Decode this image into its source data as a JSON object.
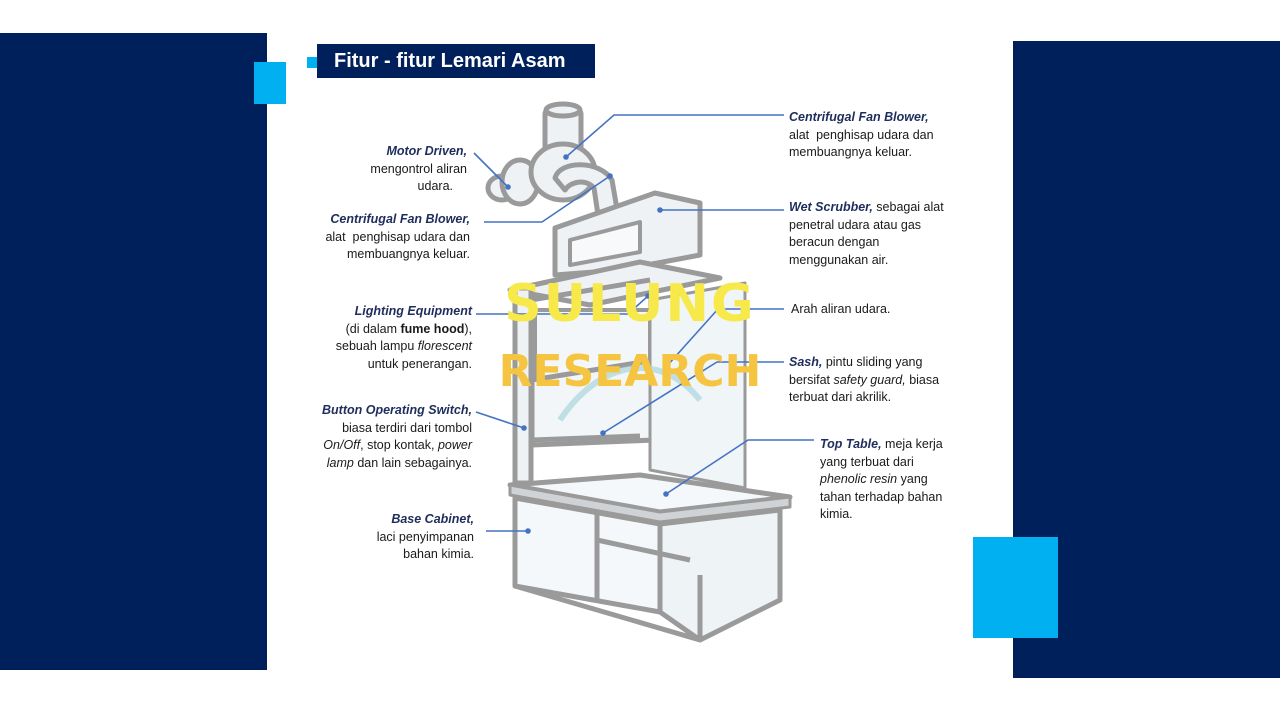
{
  "title": "Fitur - fitur Lemari Asam",
  "colors": {
    "navy": "#00205b",
    "accent": "#00b0f0",
    "leader": "#4472c4",
    "heading_text": "#1f2d5c"
  },
  "watermark": {
    "line1": "SULUNG",
    "line2": "RESEARCH"
  },
  "labels": {
    "motor_driven": {
      "head": "Motor Driven,",
      "line1": "mengontrol aliran",
      "line2": "udara."
    },
    "fan_blower_left": {
      "head": "Centrifugal Fan Blower,",
      "line1": "alat  penghisap udara dan",
      "line2": "membuangnya keluar."
    },
    "lighting": {
      "head": "Lighting Equipment",
      "line1_a": "(di dalam ",
      "line1_b": "fume hood",
      "line1_c": "),",
      "line2_a": "sebuah lampu ",
      "line2_b": "florescent",
      "line3": "untuk penerangan."
    },
    "button_switch": {
      "head": "Button Operating Switch,",
      "line1": "biasa terdiri dari tombol",
      "line2_a": "On/Off",
      "line2_b": ", stop kontak, ",
      "line2_c": "power",
      "line3_a": "lamp",
      "line3_b": " dan lain sebagainya."
    },
    "base_cabinet": {
      "head": "Base Cabinet,",
      "line1": "laci penyimpanan",
      "line2": "bahan kimia."
    },
    "fan_blower_right": {
      "head": "Centrifugal Fan Blower,",
      "line1": "alat  penghisap udara dan",
      "line2": "membuangnya keluar."
    },
    "wet_scrubber": {
      "head": "Wet Scrubber,",
      "head_tail": " sebagai alat",
      "line1": "penetral udara atau gas",
      "line2": "beracun dengan",
      "line3": "menggunakan air."
    },
    "airflow": {
      "text": "Arah aliran udara."
    },
    "sash": {
      "head": "Sash,",
      "head_tail": " pintu sliding yang",
      "line1_a": "bersifat ",
      "line1_b": "safety guard,",
      "line1_c": " biasa",
      "line2": "terbuat dari akrilik."
    },
    "top_table": {
      "head": "Top Table,",
      "head_tail": " meja kerja",
      "line1": "yang terbuat dari",
      "line2_a": "phenolic resin",
      "line2_b": " yang",
      "line3": "tahan terhadap bahan",
      "line4": "kimia."
    }
  }
}
